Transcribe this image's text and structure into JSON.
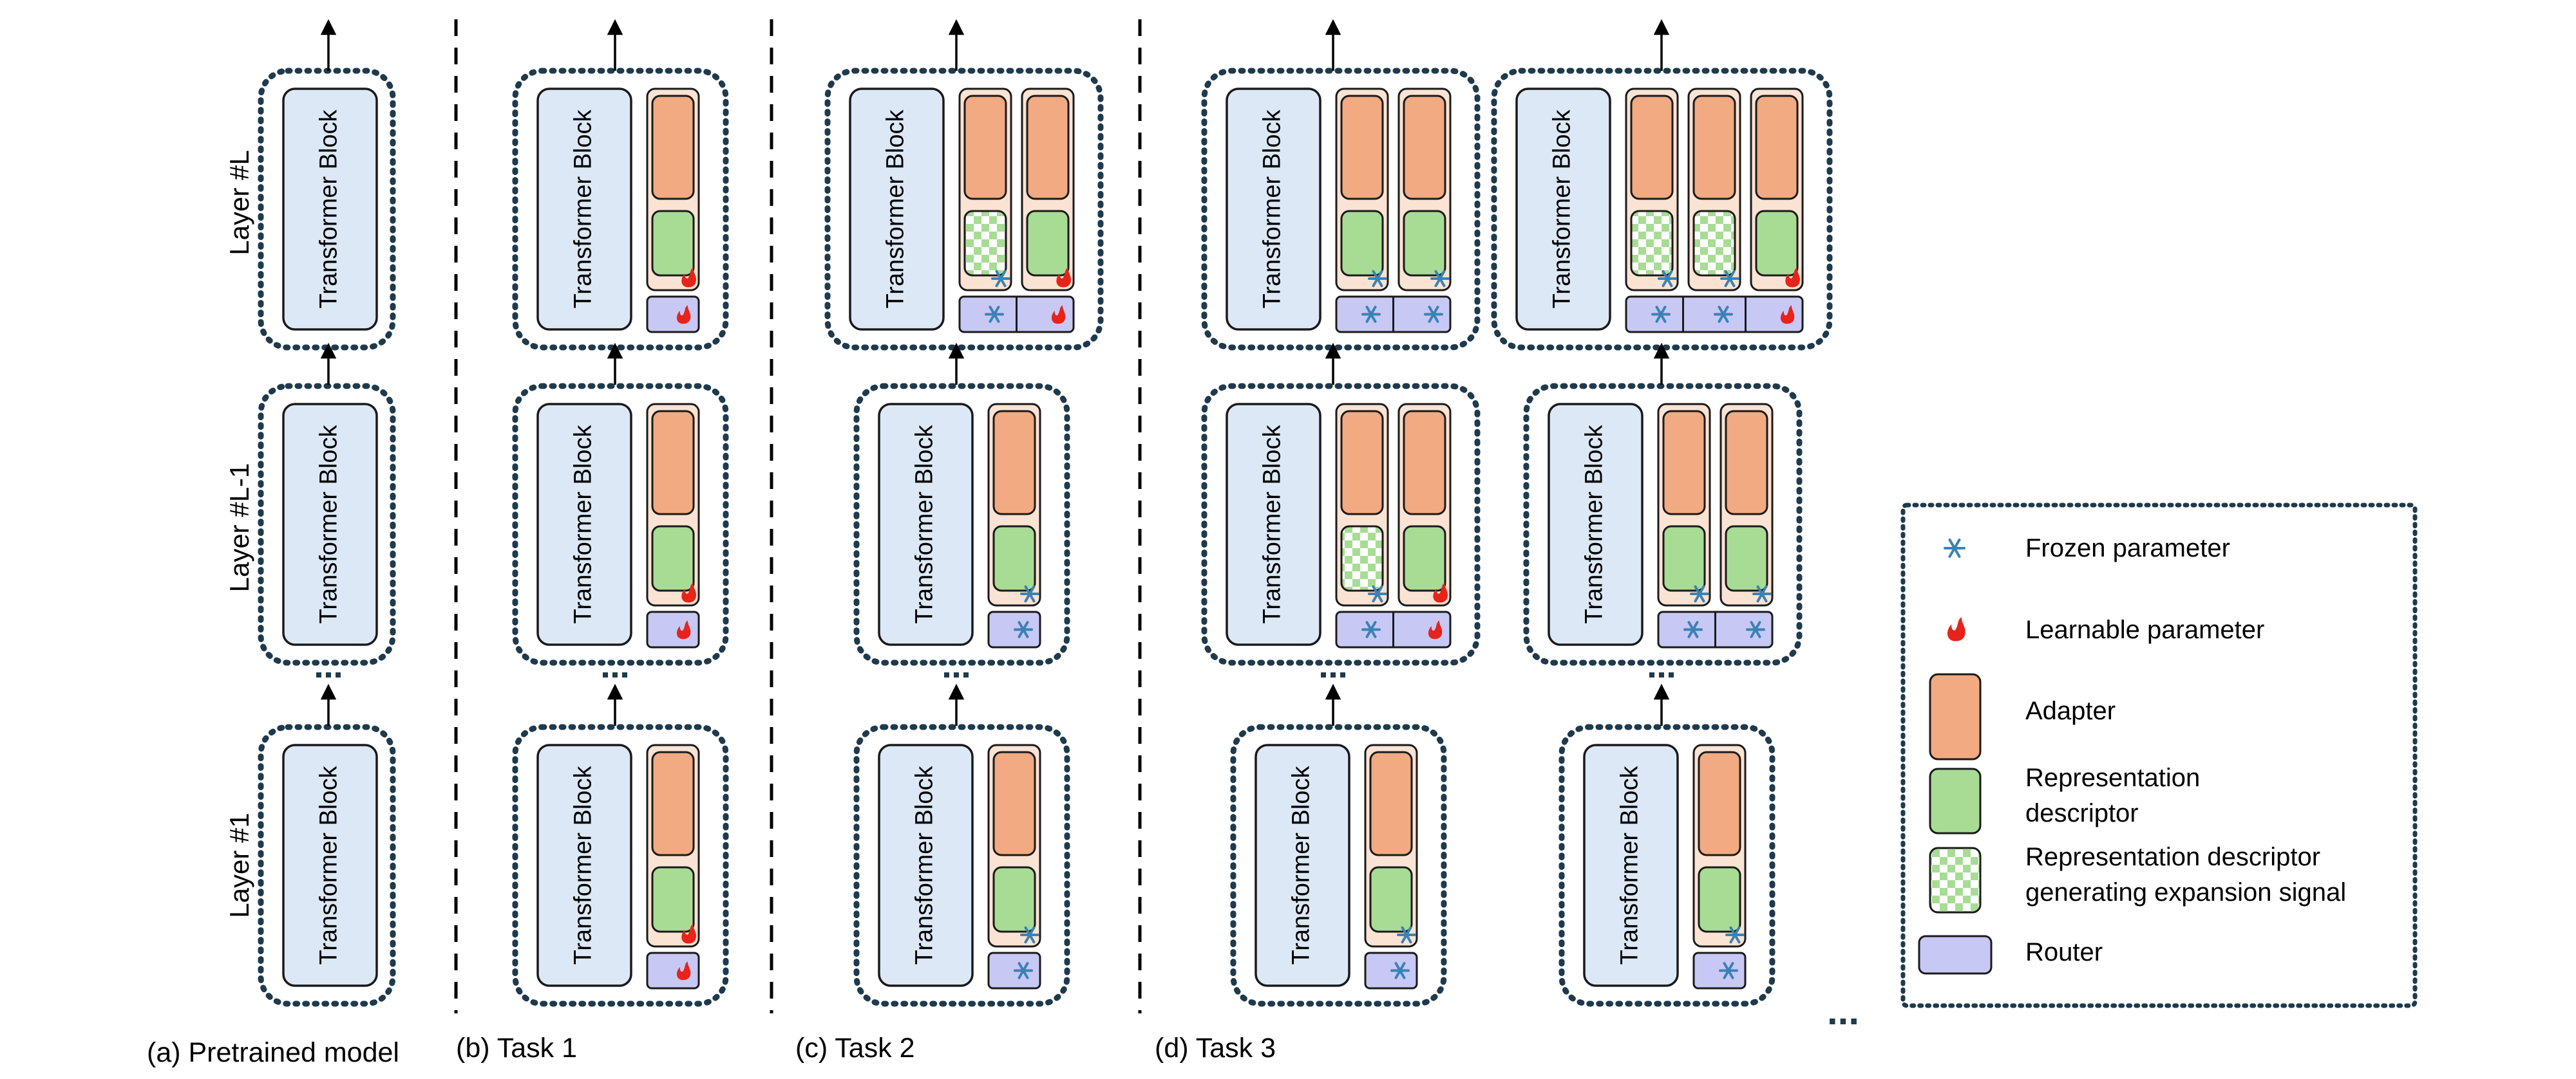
{
  "block_label": "Transformer Block",
  "layer_labels": {
    "top": "Layer #L",
    "mid": "Layer #L-1",
    "bottom": "Layer #1"
  },
  "panels": {
    "a": "(a) Pretrained model",
    "b": "(b) Task 1",
    "c": "(c) Task 2",
    "d": "(d) Task 3"
  },
  "ellipsis": "...",
  "legend": {
    "frozen": "Frozen parameter",
    "learnable": "Learnable parameter",
    "adapter": "Adapter",
    "descriptor": [
      "Representation",
      "descriptor"
    ],
    "expansion": [
      "Representation descriptor",
      "generating expansion signal"
    ],
    "router": "Router"
  },
  "colors": {
    "block_fill": "#dce8f5",
    "adapter": "#f2aa82",
    "descriptor": "#a8dc95",
    "router": "#c8c8f5",
    "module_bg": "#fbe3d3",
    "dotted_border": "#1e3a4c",
    "snowflake": "#3b82b4",
    "flame": "#e8231a"
  }
}
